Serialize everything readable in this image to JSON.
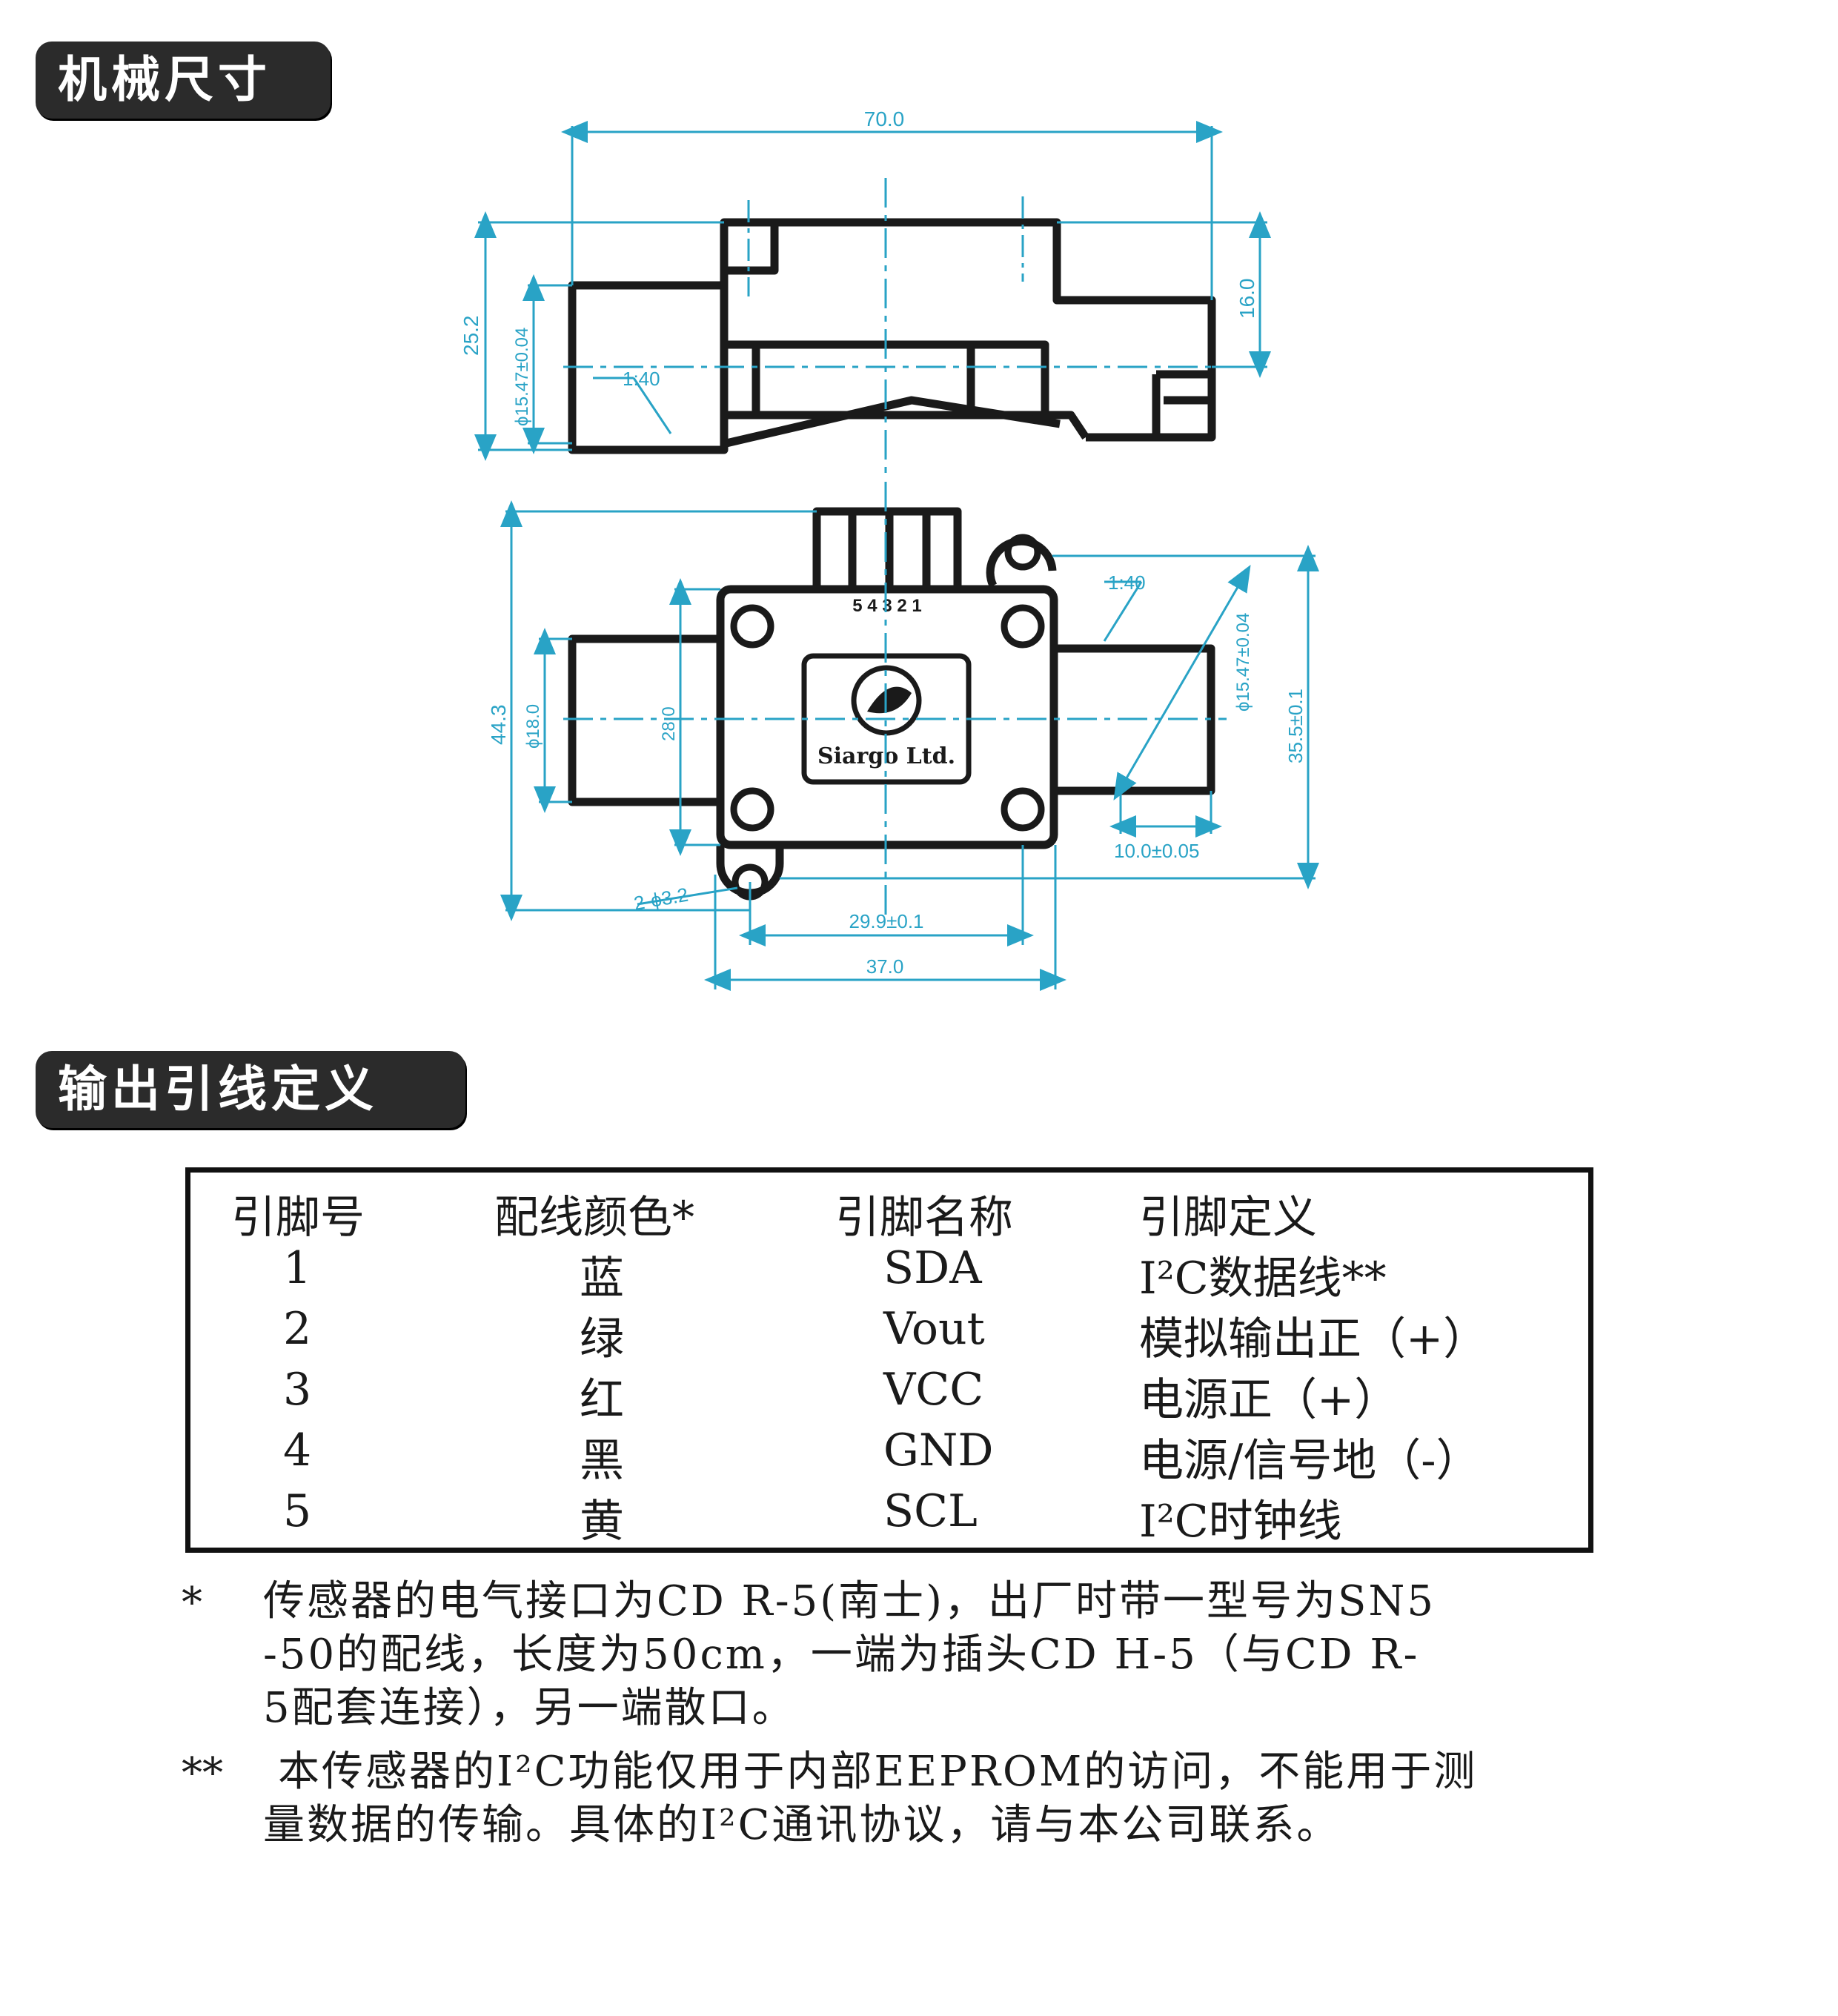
{
  "sections": {
    "mechanical": "机械尺寸",
    "pin_definition": "输出引线定义"
  },
  "drawing": {
    "top_view": {
      "width_dim": "70.0",
      "height_dim": "25.2",
      "right_dim": "16.0",
      "bore_dim": "ϕ15.47±0.04",
      "taper": "1:40"
    },
    "front_view": {
      "overall_height": "44.3",
      "port_dia": "ϕ18.0",
      "body_height": "28.0",
      "taper": "1:40",
      "bore_dim": "ϕ15.47±0.04",
      "flange_height": "35.5±0.1",
      "port_len": "10.0±0.05",
      "mount_holes": "2-ϕ3.2",
      "hole_spacing": "29.9±0.1",
      "body_width": "37.0",
      "pin_numbers": "5 4 3 2 1",
      "logo_text": "Siargo Ltd."
    }
  },
  "table": {
    "headers": [
      "引脚号",
      "配线颜色*",
      "引脚名称",
      "引脚定义"
    ],
    "rows": [
      {
        "pin": "1",
        "color": "蓝",
        "name": "SDA",
        "def": "I²C数据线**"
      },
      {
        "pin": "2",
        "color": "绿",
        "name": "Vout",
        "def": "模拟输出正（+）"
      },
      {
        "pin": "3",
        "color": "红",
        "name": "VCC",
        "def": "电源正（+）"
      },
      {
        "pin": "4",
        "color": "黑",
        "name": "GND",
        "def": "电源/信号地（-）"
      },
      {
        "pin": "5",
        "color": "黄",
        "name": "SCL",
        "def": "I²C时钟线"
      }
    ]
  },
  "notes": {
    "n1_mark": "*",
    "n1_line1": "传感器的电气接口为CD R-5(南士)，出厂时带一型号为SN5",
    "n1_line2": "-50的配线，长度为50cm，一端为插头CD H-5（与CD R-",
    "n1_line3": "5配套连接），另一端散口。",
    "n2_mark": "**",
    "n2_line1": "本传感器的I²C功能仅用于内部EEPROM的访问，不能用于测",
    "n2_line2": "量数据的传输。具体的I²C通讯协议，请与本公司联系。"
  },
  "colors": {
    "dimension": "#29a3c6",
    "outline": "#1a1a1a"
  }
}
